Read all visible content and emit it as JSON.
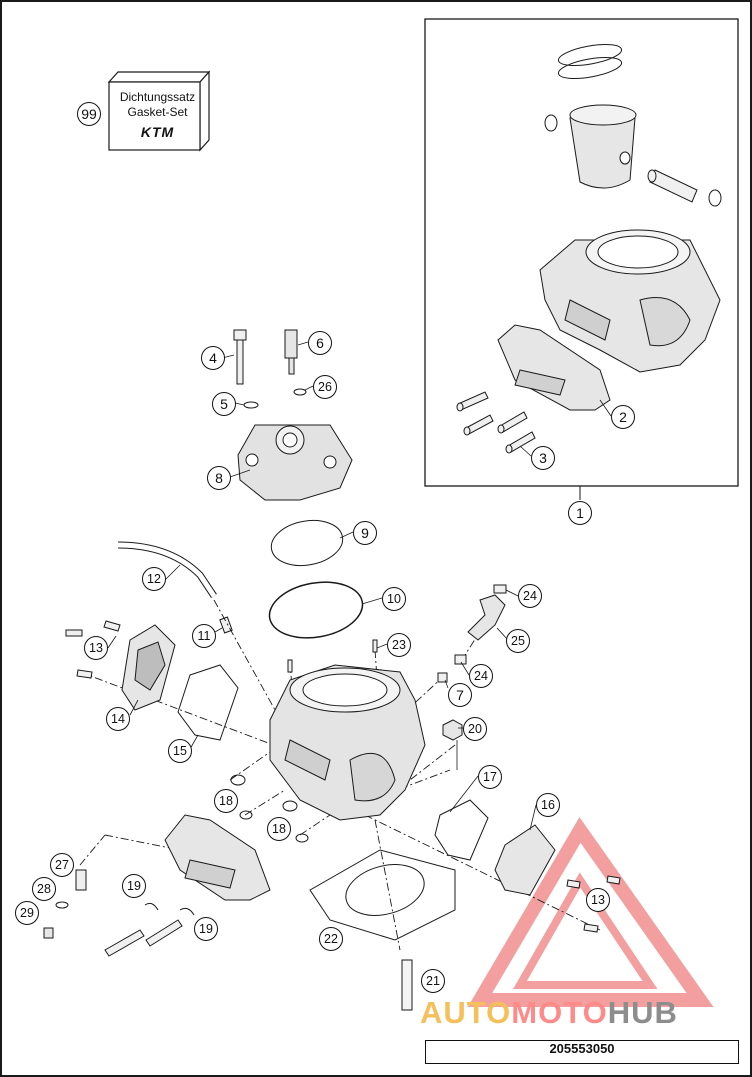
{
  "gasket_set": {
    "label_de": "Dichtungssatz",
    "label_en": "Gasket-Set",
    "logo_text": "KTM"
  },
  "callouts": [
    "99",
    "1",
    "2",
    "3",
    "4",
    "5",
    "6",
    "7",
    "8",
    "9",
    "10",
    "11",
    "12",
    "13",
    "14",
    "15",
    "16",
    "17",
    "18",
    "19",
    "20",
    "21",
    "22",
    "23",
    "24",
    "25",
    "26",
    "27",
    "28",
    "29"
  ],
  "drawing_number": "205553050",
  "watermark": {
    "part1": "AUTO",
    "part2": "MOTO",
    "part3": "HUB"
  },
  "colors": {
    "line": "#1a1a1a",
    "part_fill": "#e6e6e6",
    "watermark_triangle": "#f08080",
    "watermark_auto": "#f5c05a",
    "watermark_moto": "#ff8a8a",
    "watermark_hub": "#8d8d8d"
  }
}
